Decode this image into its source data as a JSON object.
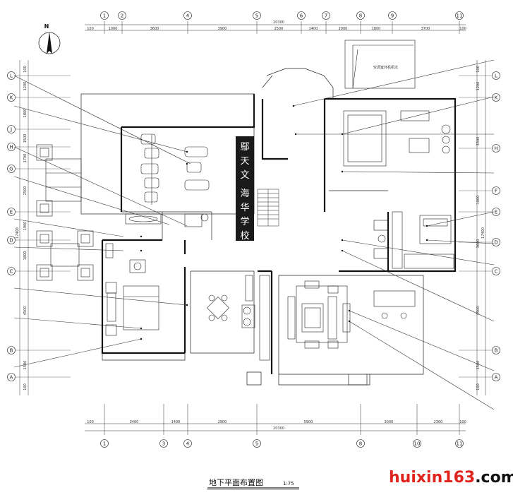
{
  "drawing": {
    "title": "地下平面布置图",
    "scale": "1:75",
    "north_label": "N",
    "ac_note": "空调室外机机坑"
  },
  "top_axis": {
    "labels": [
      "1",
      "2",
      "4",
      "5",
      "6",
      "7",
      "8",
      "9",
      "11"
    ],
    "total": "20300",
    "dims": [
      "100",
      "1000",
      "3600",
      "3900",
      "2500",
      "1400",
      "2000",
      "1800",
      "3700",
      "100"
    ]
  },
  "bottom_axis": {
    "labels": [
      "1",
      "3",
      "4",
      "5",
      "8",
      "10",
      "11"
    ],
    "total": "20300",
    "dims": [
      "100",
      "3400",
      "1400",
      "2900",
      "5900",
      "3000",
      "2300",
      "100"
    ]
  },
  "left_axis": {
    "labels": [
      "L",
      "K",
      "J",
      "H",
      "G",
      "E",
      "D",
      "C",
      "B",
      "A"
    ],
    "total": "17400",
    "dims": [
      "100",
      "1200",
      "1800",
      "1500",
      "1700",
      "2500",
      "1900",
      "1800",
      "4500",
      "1500",
      "100"
    ]
  },
  "right_axis": {
    "labels": [
      "L",
      "K",
      "H",
      "F",
      "E",
      "D",
      "C",
      "B",
      "A"
    ],
    "total": "17400",
    "dims": [
      "100",
      "1200",
      "3300",
      "1000",
      "3600",
      "4500",
      "1500",
      "100"
    ]
  },
  "watermark": {
    "chars": [
      "鄢",
      "天",
      "文",
      "海",
      "华",
      "学",
      "校"
    ],
    "bg": "#1a1a1a"
  },
  "brand": {
    "name": "huixin163",
    "suffix": ".com",
    "color": "#e0231c"
  }
}
